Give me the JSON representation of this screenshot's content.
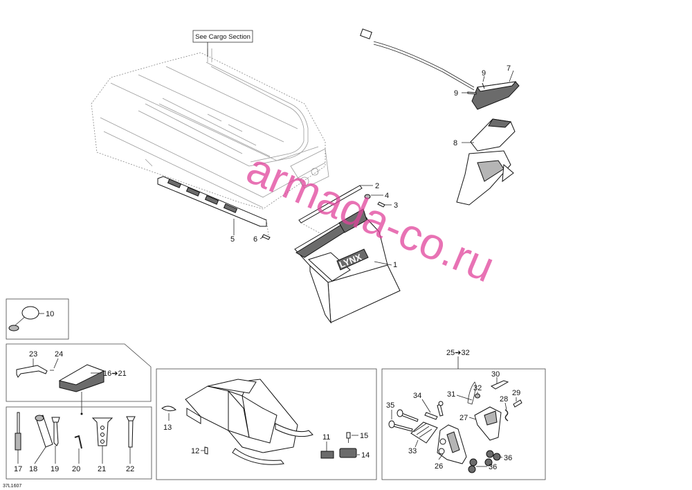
{
  "diagram_code": "37L1607",
  "watermark": "armada-co.ru",
  "reference_box": "See Cargo Section",
  "brand_logo": "LYNX",
  "callouts": {
    "c1": "1",
    "c2": "2",
    "c3": "3",
    "c4": "4",
    "c5": "5",
    "c6": "6",
    "c7": "7",
    "c8": "8",
    "c9a": "9",
    "c9b": "9",
    "c10": "10",
    "c11": "11",
    "c12": "12",
    "c13": "13",
    "c14": "14",
    "c15": "15",
    "c16_21": "16➔21",
    "c17": "17",
    "c18": "18",
    "c19": "19",
    "c20": "20",
    "c21": "21",
    "c22": "22",
    "c23": "23",
    "c24": "24",
    "c25_32": "25➔32",
    "c26": "26",
    "c27": "27",
    "c28": "28",
    "c29": "29",
    "c30": "30",
    "c31": "31",
    "c32": "32",
    "c33": "33",
    "c34": "34",
    "c35": "35",
    "c36a": "36",
    "c36b": "36"
  },
  "colors": {
    "watermark": "#e0439b",
    "line": "#111111",
    "ghost": "#9a9a9a",
    "part_dark": "#6b6b6b"
  }
}
